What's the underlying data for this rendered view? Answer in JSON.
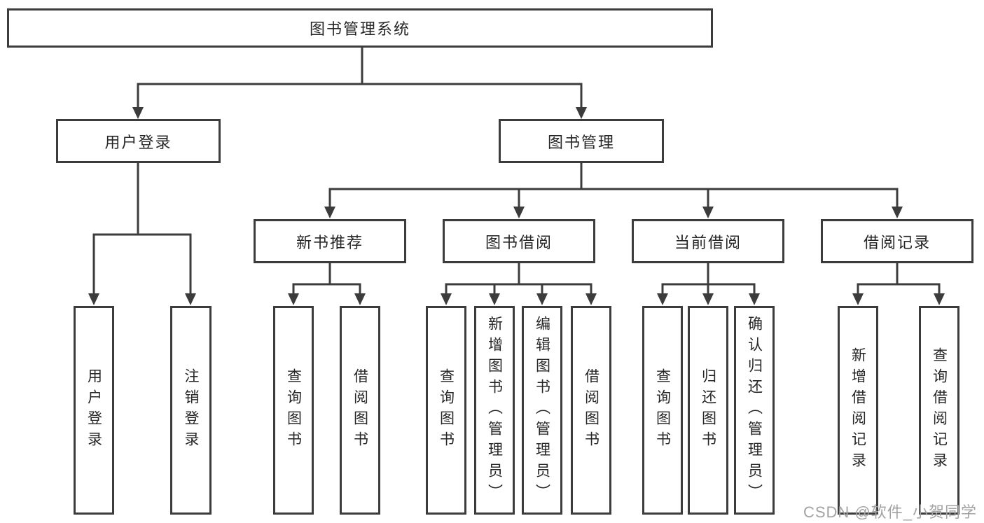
{
  "diagram": {
    "root": {
      "label": "图书管理系统"
    },
    "branches": [
      {
        "label": "用户登录",
        "children": [
          {
            "label": "用户登录"
          },
          {
            "label": "注销登录"
          }
        ]
      },
      {
        "label": "图书管理",
        "children": [
          {
            "label": "新书推荐",
            "children": [
              {
                "label": "查询图书"
              },
              {
                "label": "借阅图书"
              }
            ]
          },
          {
            "label": "图书借阅",
            "children": [
              {
                "label": "查询图书"
              },
              {
                "label": "新增图书（管理员）"
              },
              {
                "label": "编辑图书（管理员）"
              },
              {
                "label": "借阅图书"
              }
            ]
          },
          {
            "label": "当前借阅",
            "children": [
              {
                "label": "查询图书"
              },
              {
                "label": "归还图书"
              },
              {
                "label": "确认归还（管理员）"
              }
            ]
          },
          {
            "label": "借阅记录",
            "children": [
              {
                "label": "新增借阅记录"
              },
              {
                "label": "查询借阅记录"
              }
            ]
          }
        ]
      }
    ]
  },
  "watermark": {
    "text": "CSDN @软件_小贺同学"
  },
  "colors": {
    "line": "#3c3c3c",
    "box_border": "#3c3c3c",
    "box_fill": "#ffffff",
    "text": "#262626",
    "watermark": "#a3a3a3"
  }
}
